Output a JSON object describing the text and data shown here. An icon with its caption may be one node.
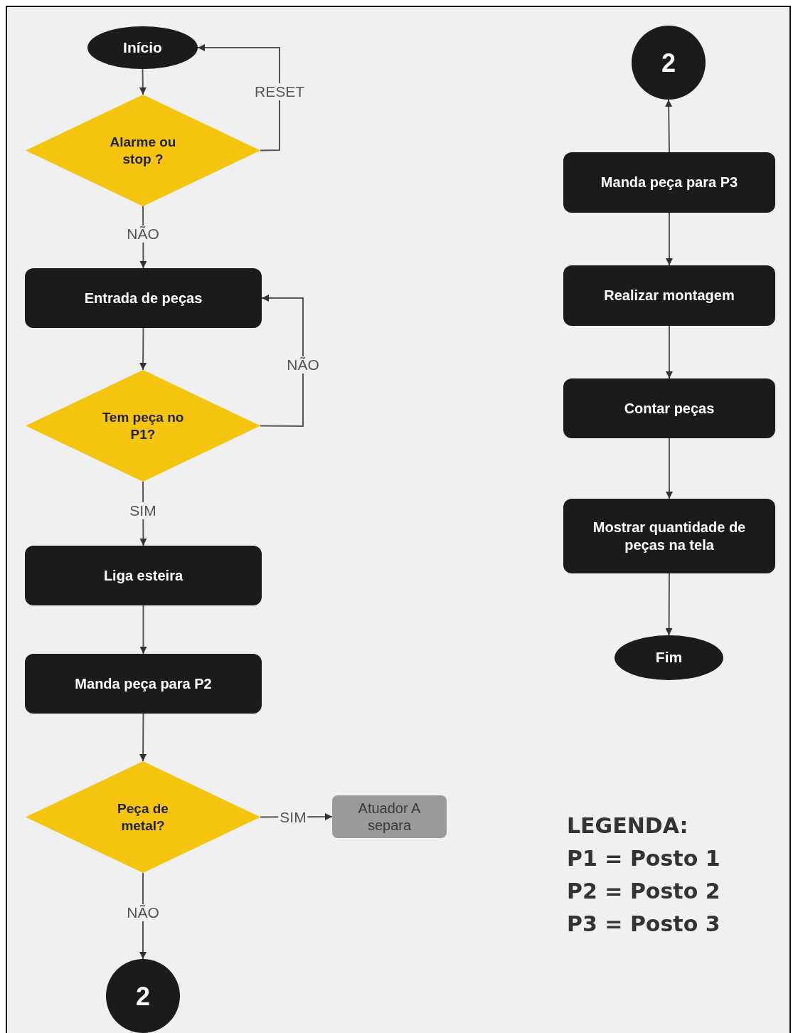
{
  "diagram": {
    "nodes": [
      {
        "text": [
          "Início"
        ]
      },
      {
        "text": [
          "Alarme ou stop ?"
        ]
      },
      {
        "text": [
          "Entrada de peças"
        ]
      },
      {
        "text": [
          "Tem peça no P1?"
        ]
      },
      {
        "text": [
          "Liga esteira"
        ]
      },
      {
        "text": [
          "Manda peça para P2"
        ]
      },
      {
        "text": [
          "Peça de metal?"
        ]
      },
      {
        "text": [
          "Atuador A separa"
        ]
      },
      {
        "text": [
          "2"
        ]
      },
      {
        "text": [
          "2"
        ]
      },
      {
        "text": [
          "Manda peça para P3"
        ]
      },
      {
        "text": [
          "Realizar montagem"
        ]
      },
      {
        "text": [
          "Contar peças"
        ]
      },
      {
        "text": [
          "Mostrar quantidade de peças na tela"
        ]
      },
      {
        "text": [
          "Fim"
        ]
      }
    ],
    "edges": [
      {
        "from": 0,
        "to": 1,
        "arrow": "to"
      },
      {
        "from": 1,
        "to": 0,
        "arrow": "to",
        "label": "RESET"
      },
      {
        "from": 1,
        "to": 2,
        "arrow": "to",
        "label": "NÃO"
      },
      {
        "from": 2,
        "to": 3,
        "arrow": "to"
      },
      {
        "from": 3,
        "to": 2,
        "arrow": "to",
        "label": "NÃO"
      },
      {
        "from": 3,
        "to": 4,
        "arrow": "to",
        "label": "SIM"
      },
      {
        "from": 4,
        "to": 5,
        "arrow": "to"
      },
      {
        "from": 5,
        "to": 6,
        "arrow": "to"
      },
      {
        "from": 6,
        "to": 7,
        "arrow": "to",
        "label": "SIM"
      },
      {
        "from": 6,
        "to": 8,
        "arrow": "to",
        "label": "NÃO"
      },
      {
        "from": 10,
        "to": 9,
        "arrow": "to"
      },
      {
        "from": 10,
        "to": 11,
        "arrow": "to"
      },
      {
        "from": 11,
        "to": 12,
        "arrow": "to"
      },
      {
        "from": 12,
        "to": 13,
        "arrow": "to"
      },
      {
        "from": 13,
        "to": 14,
        "arrow": "to"
      }
    ],
    "labels": [
      "LEGENDA:",
      "P1 = Posto 1",
      "P2 = Posto 2",
      "P3 = Posto 3"
    ]
  }
}
